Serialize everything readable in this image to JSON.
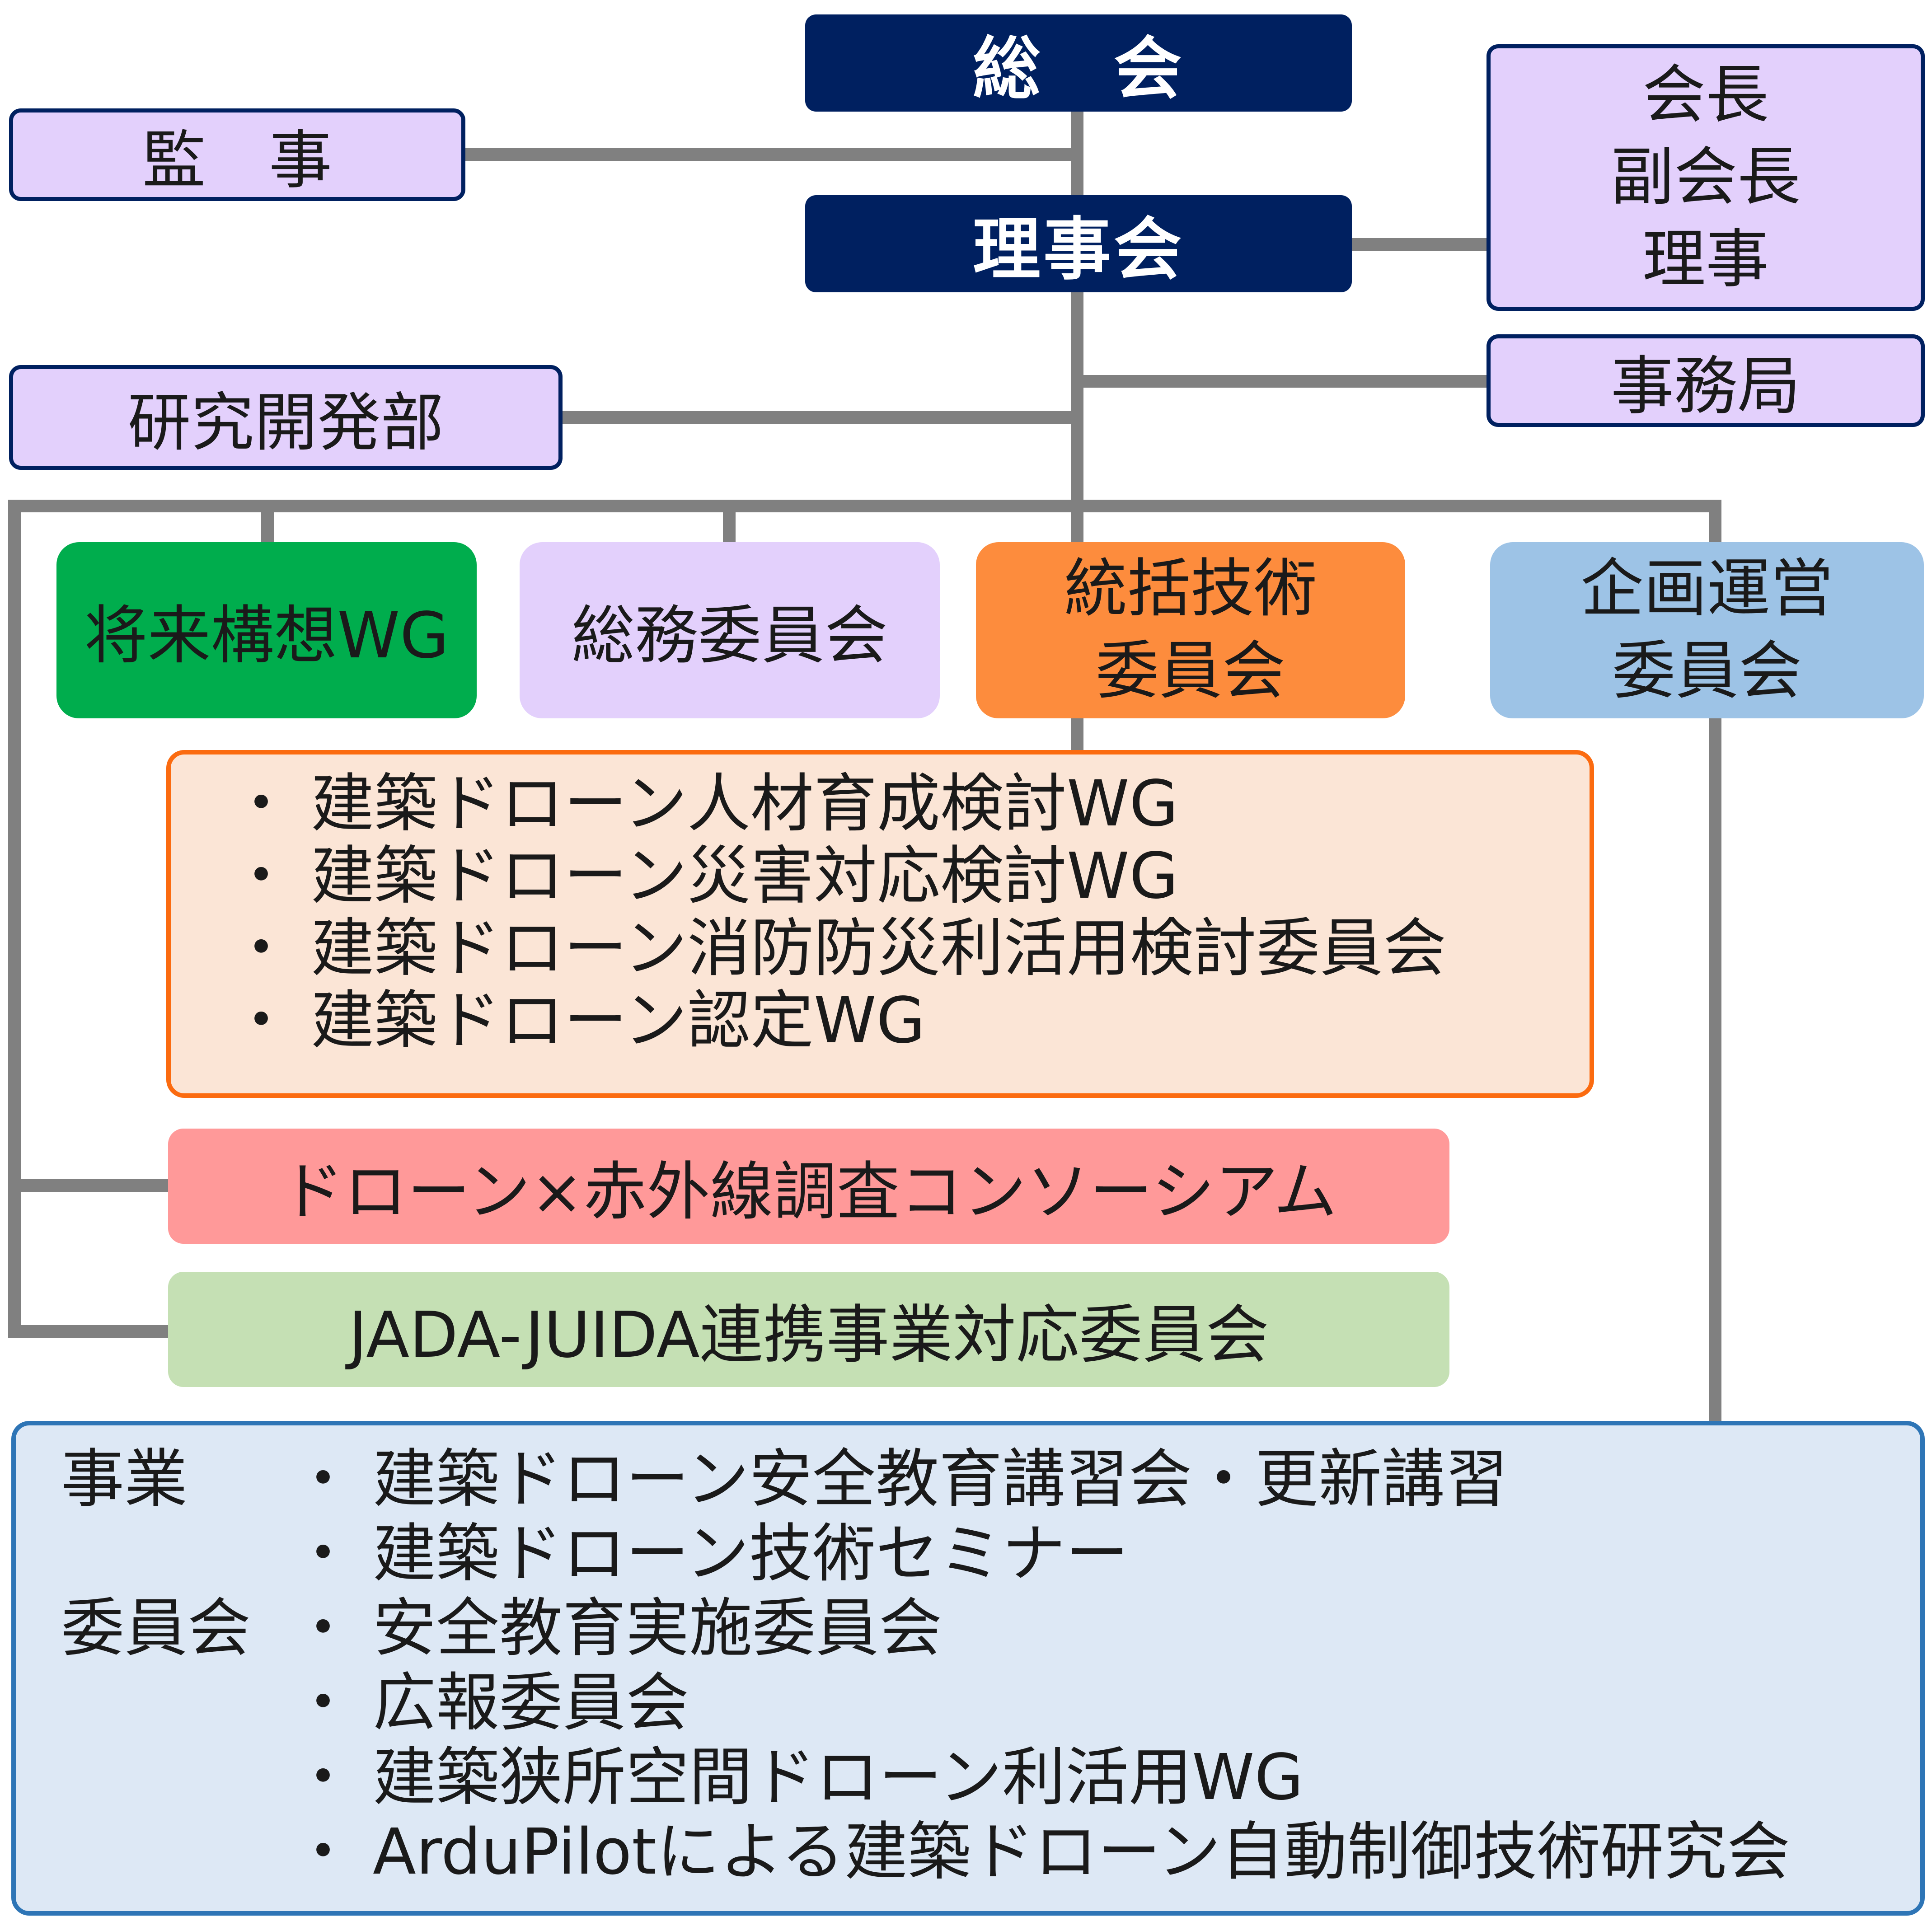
{
  "org_chart": {
    "general_assembly": "総　会",
    "auditor": "監　事",
    "board": "理事会",
    "officers": [
      "会長",
      "副会長",
      "理事"
    ],
    "secretariat": "事務局",
    "research_dept": "研究開発部",
    "committees": {
      "future_vision": "将来構想WG",
      "general_affairs": "総務委員会",
      "tech_lines": [
        "統括技術",
        "委員会"
      ],
      "planning_lines": [
        "企画運営",
        "委員会"
      ]
    },
    "tech_wgs": [
      "建築ドローン人材育成検討WG",
      "建築ドローン災害対応検討WG",
      "建築ドローン消防防災利活用検討委員会",
      "建築ドローン認定WG"
    ],
    "infrared_consortium": "ドローン×赤外線調査コンソーシアム",
    "jada_juida": "JADA-JUIDA連携事業対応委員会",
    "bottom": {
      "business_label": "事業",
      "business_items": [
        "建築ドローン安全教育講習会・更新講習",
        "建築ドローン技術セミナー"
      ],
      "committee_label": "委員会",
      "committee_items": [
        "安全教育実施委員会",
        "広報委員会",
        "建築狭所空間ドローン利活用WG",
        "ArduPilotによる建築ドローン自動制御技術研究会"
      ],
      "bullet": "・"
    }
  },
  "colors": {
    "navy": "#002060",
    "lavender": "#e3d0fc",
    "green": "#00ad4d",
    "orange": "#fd8c3d",
    "orange_border": "#fb6b10",
    "peach": "#fbe5d6",
    "sky_blue": "#9dc3e6",
    "pink": "#ff9999",
    "sage": "#c5e0b4",
    "light_blue": "#dde8f5",
    "blue_border": "#2e75b6",
    "connector": "#808080"
  }
}
